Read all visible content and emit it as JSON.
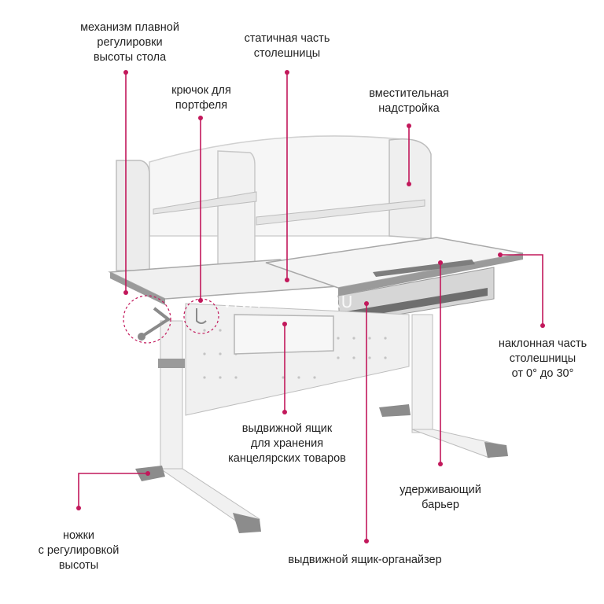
{
  "colors": {
    "accent": "#c2185b",
    "frame": "#f3f3f3",
    "metal": "#8c8c8c"
  },
  "watermark": "VIVA-VERDE.RU",
  "labels": {
    "height_mechanism": "механизм плавной\nрегулировки\nвысоты стола",
    "static_top": "статичная часть\nстолешницы",
    "bag_hook": "крючок для\nпортфеля",
    "shelf": "вместительная\nнадстройка",
    "tilt_top": "наклонная часть\nстолешницы\nот 0° до 30°",
    "drawer": "выдвижной ящик\nдля хранения\nканцелярских товаров",
    "barrier": "удерживающий\nбарьер",
    "legs": "ножки\nс регулировкой\nвысоты",
    "organizer": "выдвижной ящик-органайзер"
  }
}
